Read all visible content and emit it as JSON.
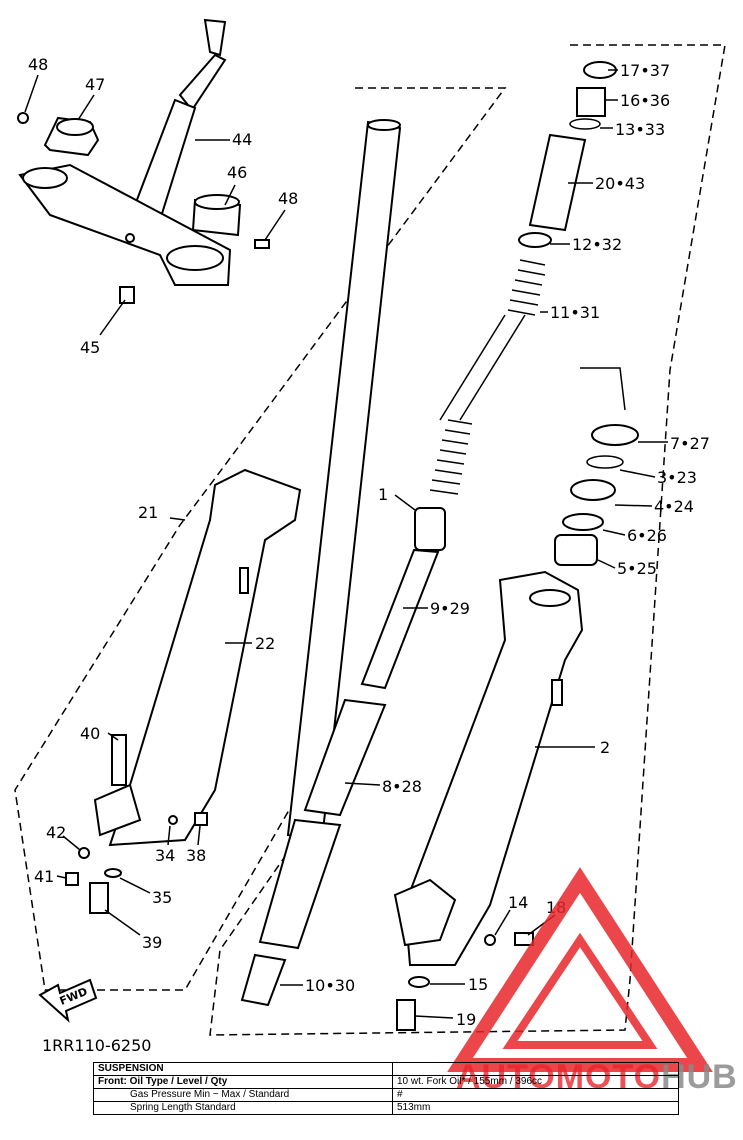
{
  "diagram_code": "1RR110-6250",
  "labels": {
    "l48a": "48",
    "l47": "47",
    "l44": "44",
    "l46": "46",
    "l48b": "48",
    "l45": "45",
    "l17": "17•37",
    "l16": "16•36",
    "l13": "13•33",
    "l20": "20•43",
    "l12": "12•32",
    "l11": "11•31",
    "l7": "7•27",
    "l3": "3•23",
    "l4": "4•24",
    "l6": "6•26",
    "l5": "5•25",
    "l1": "1",
    "l9": "9•29",
    "l21": "21",
    "l22": "22",
    "l2": "2",
    "l40": "40",
    "l8": "8•28",
    "l42": "42",
    "l34": "34",
    "l38": "38",
    "l41": "41",
    "l35": "35",
    "l39": "39",
    "l14": "14",
    "l18": "18",
    "l15": "15",
    "l10": "10•30",
    "l19": "19",
    "fwd": "FWD"
  },
  "spec_table": {
    "header": "SUSPENSION",
    "rows": [
      {
        "label": "Front: Oil Type / Level / Qty",
        "value": "10 wt. Fork Oil* / 155mm / 396cc"
      },
      {
        "label": "Gas Pressure Min ~ Max / Standard",
        "value": "#"
      },
      {
        "label": "Spring Length Standard",
        "value": "513mm"
      }
    ]
  },
  "watermark": {
    "part1": "AUTOMOTO",
    "part2": "HUB",
    "color_red": "#e8262b",
    "color_gray": "#8a8a8a"
  }
}
